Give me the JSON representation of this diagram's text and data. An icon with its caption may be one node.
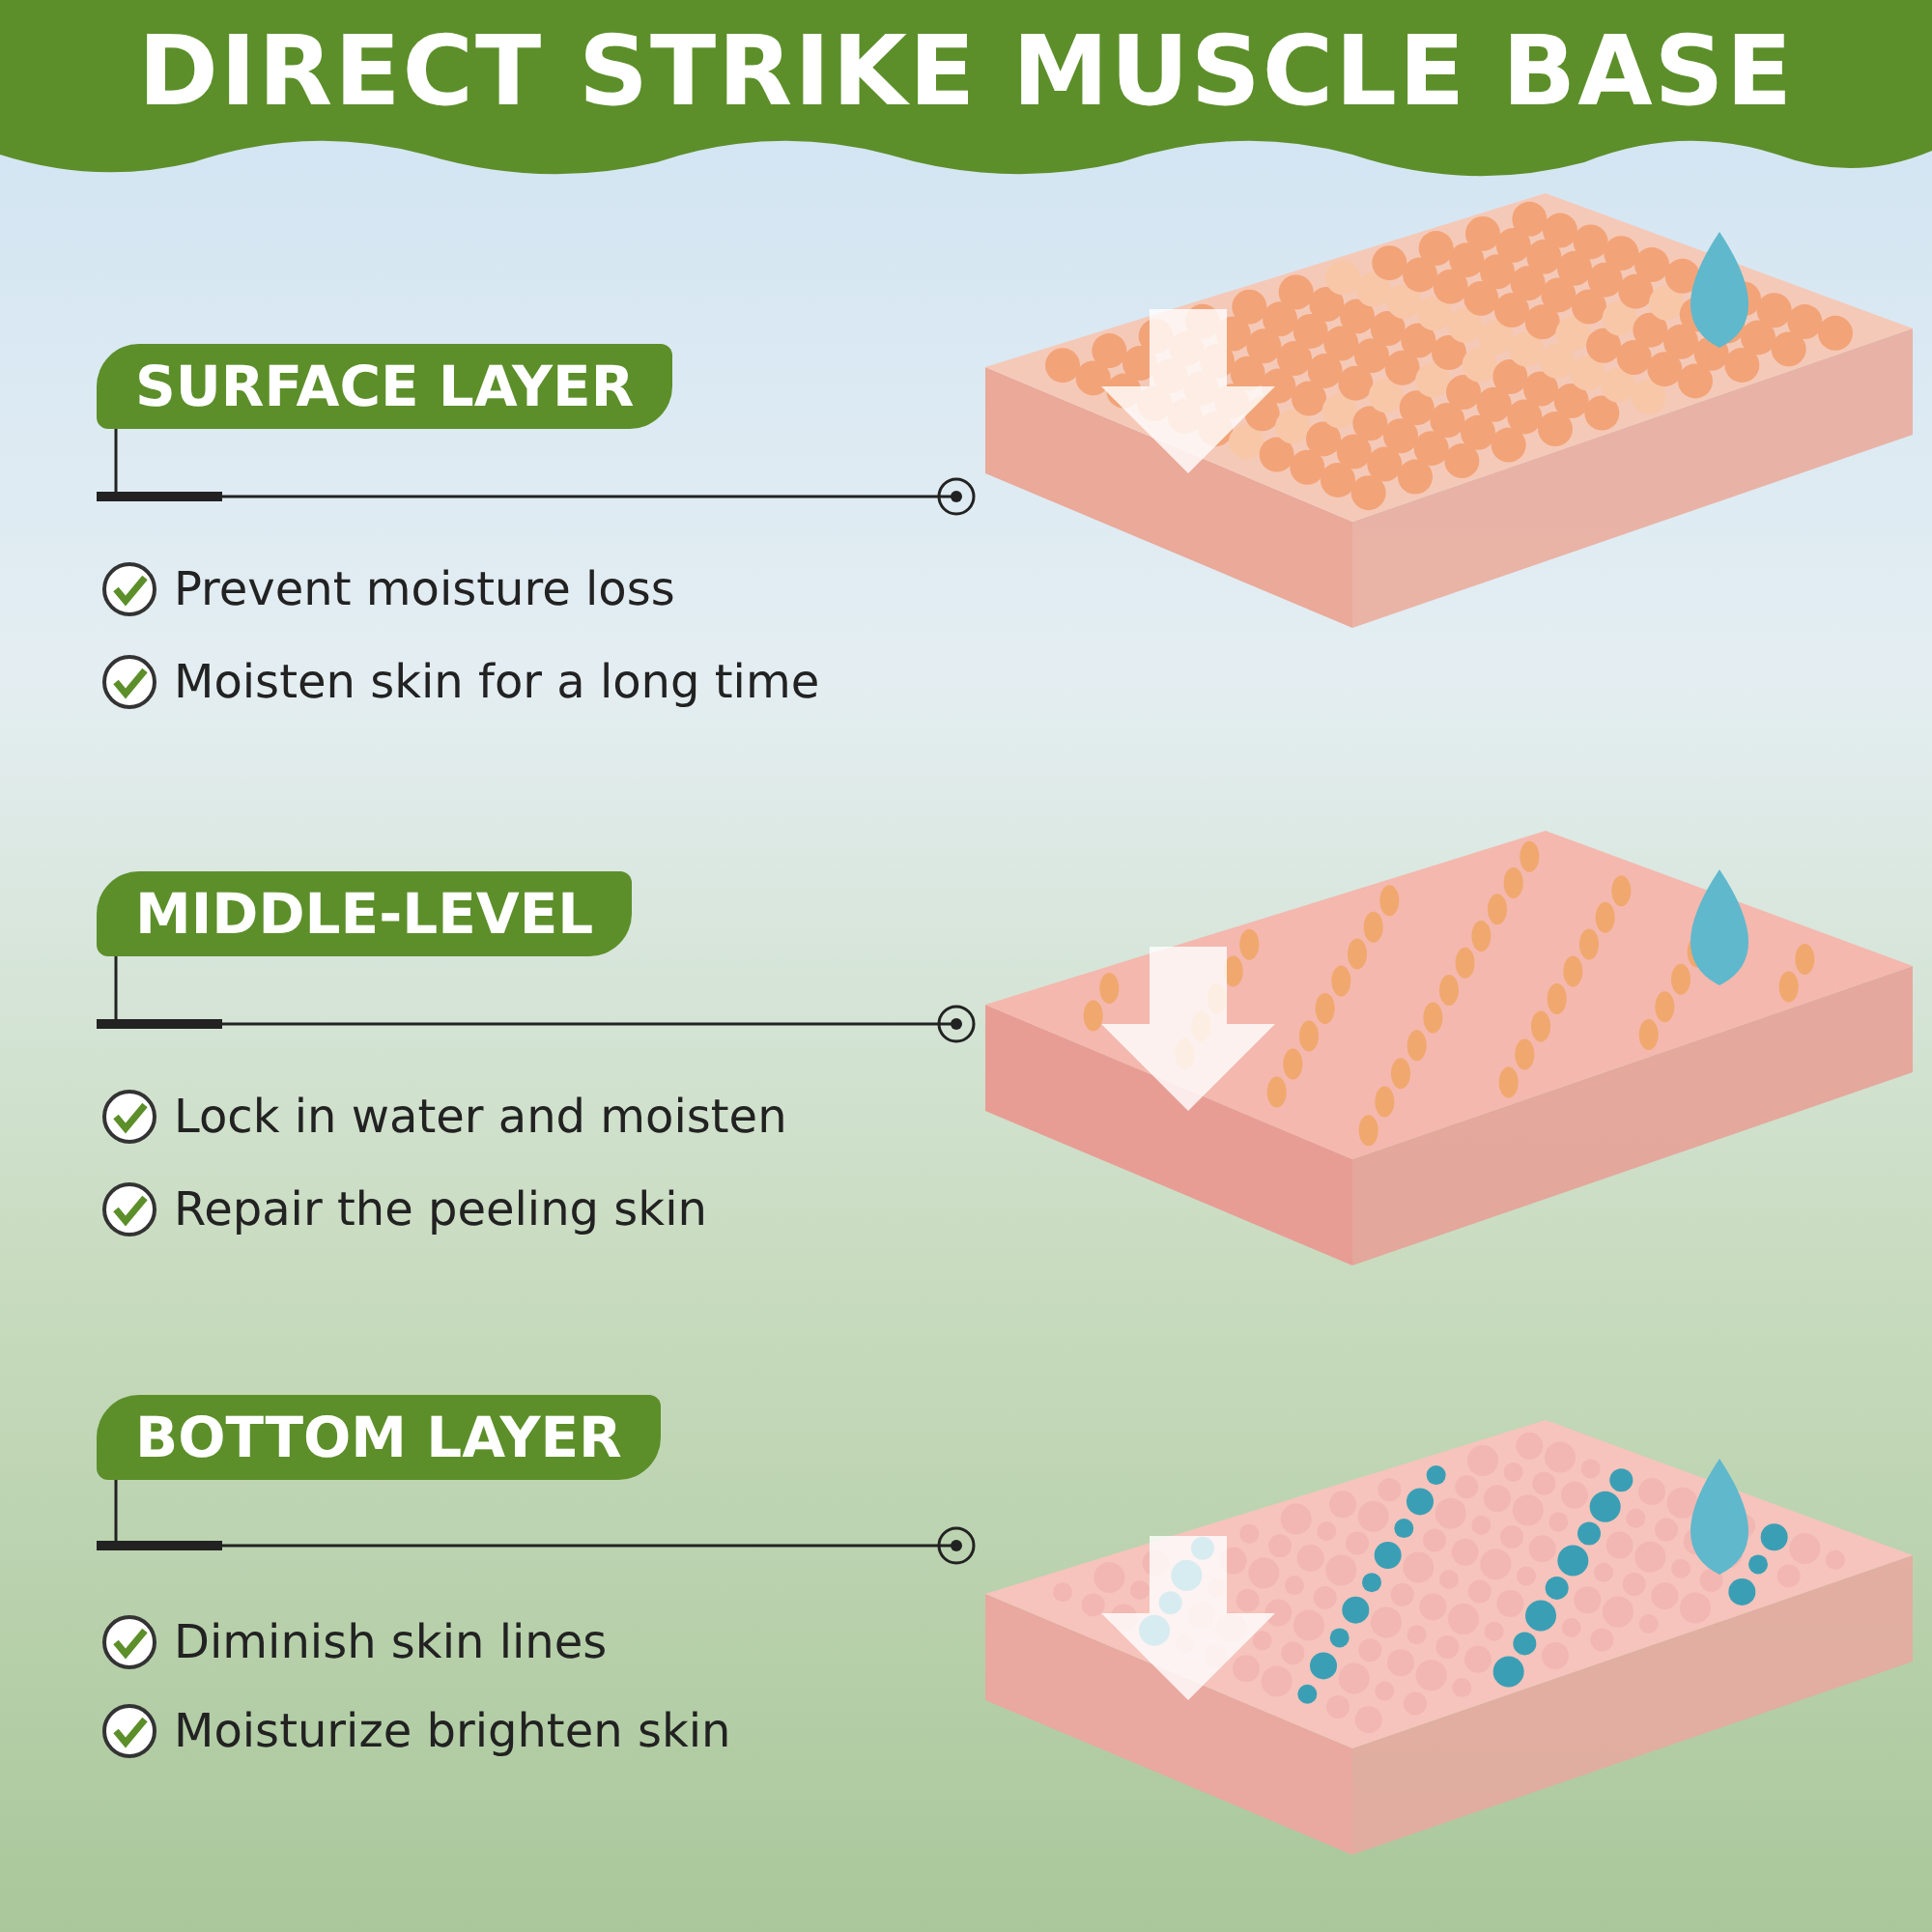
{
  "diagram": {
    "title": "DIRECT STRIKE MUSCLE BASE",
    "nodes": [
      {
        "text": [
          "SURFACE LAYER"
        ]
      },
      {
        "text": [
          "MIDDLE-LEVEL"
        ]
      },
      {
        "text": [
          "BOTTOM LAYER"
        ]
      },
      {
        "text": [],
        "shape": "picture"
      },
      {
        "text": [],
        "shape": "picture"
      },
      {
        "text": [],
        "shape": "picture"
      }
    ],
    "edges": [
      {
        "from": 0,
        "to": 3,
        "arrow": "other"
      },
      {
        "from": 1,
        "to": 4,
        "arrow": "other"
      },
      {
        "from": 2,
        "to": 5,
        "arrow": "other"
      }
    ],
    "labels": [
      "Prevent moisture loss",
      "Moisten skin for a long time",
      "Lock in water and moisten",
      "Repair the peeling skin",
      "Diminish skin lines",
      "Moisturize brighten skin"
    ]
  }
}
